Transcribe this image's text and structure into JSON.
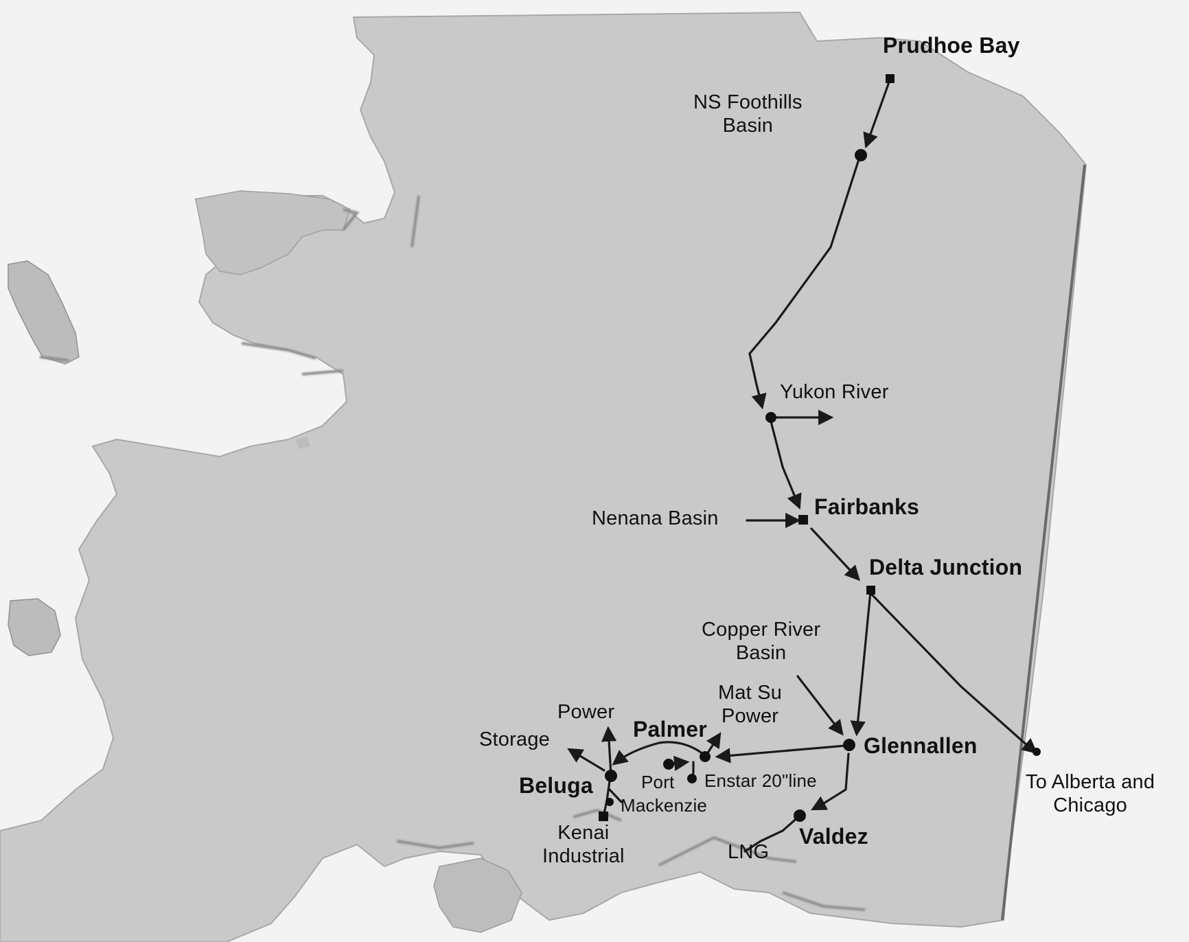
{
  "colors": {
    "ocean": "#f4f4f4",
    "land": "#c9c9c9",
    "land_shadow": "#9a9a9a",
    "pipeline": "#1a1a1a",
    "label_text": "#111111"
  },
  "locations": {
    "prudhoe_bay": "Prudhoe Bay",
    "ns_foothills_line1": "NS Foothills",
    "ns_foothills_line2": "Basin",
    "yukon_river": "Yukon River",
    "fairbanks": "Fairbanks",
    "nenana_basin": "Nenana Basin",
    "delta_junction": "Delta Junction",
    "copper_river_line1": "Copper River",
    "copper_river_line2": "Basin",
    "mat_su_line1": "Mat Su",
    "mat_su_line2": "Power",
    "power": "Power",
    "palmer": "Palmer",
    "glennallen": "Glennallen",
    "storage": "Storage",
    "beluga": "Beluga",
    "port_mackenzie_line1": "Port",
    "port_mackenzie_line2": "Mackenzie",
    "enstar": "Enstar 20\"line",
    "kenai_line1": "Kenai",
    "kenai_line2": "Industrial",
    "lng": "LNG",
    "valdez": "Valdez",
    "alberta_line1": "To Alberta and",
    "alberta_line2": "Chicago"
  }
}
